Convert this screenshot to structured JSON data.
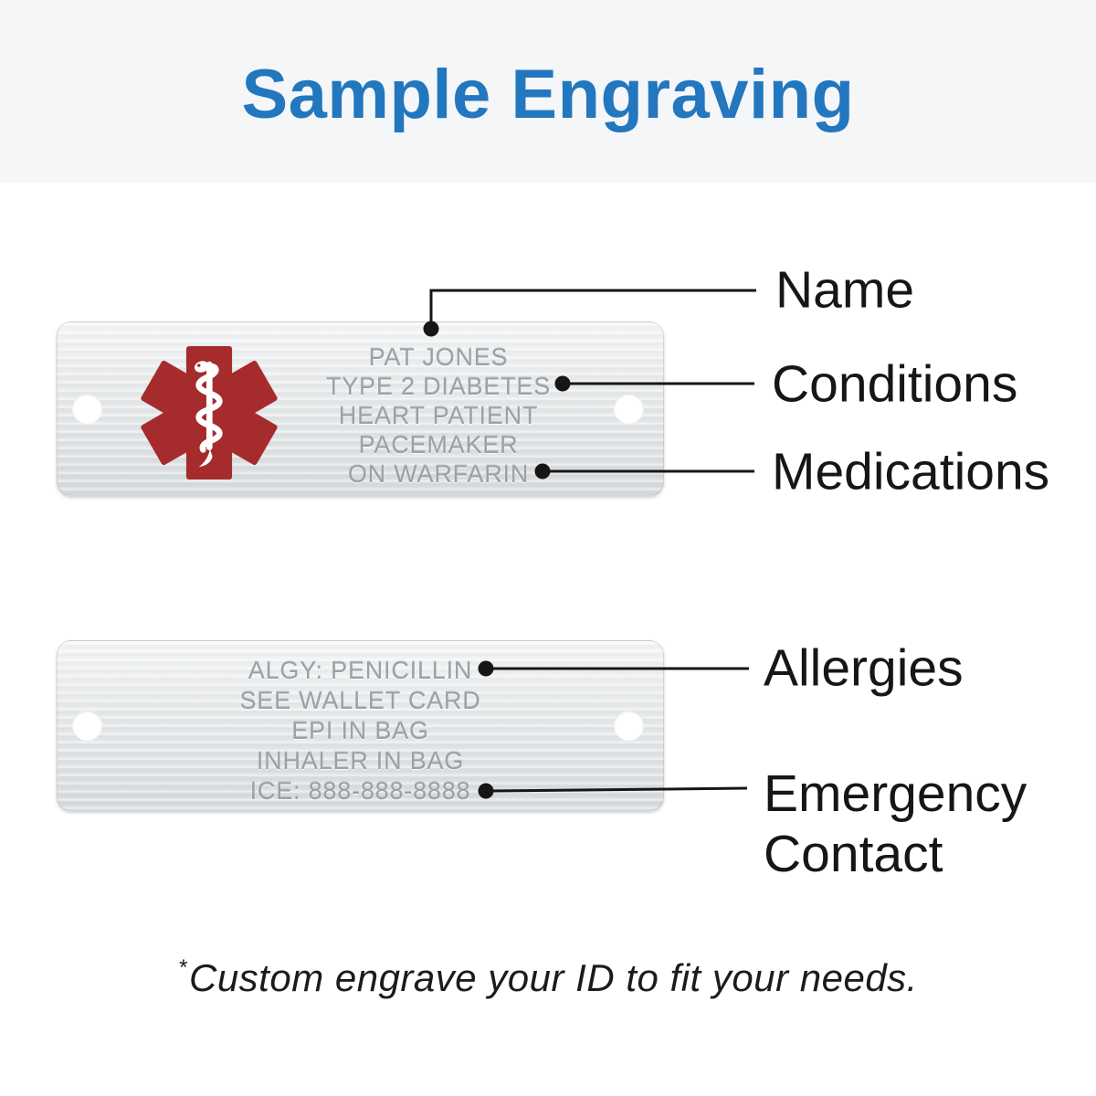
{
  "title": "Sample Engraving",
  "plates": {
    "plate1": {
      "icon": "star-of-life-icon",
      "lines": [
        "PAT JONES",
        "TYPE 2 DIABETES",
        "HEART PATIENT",
        "PACEMAKER",
        "ON WARFARIN"
      ]
    },
    "plate2": {
      "lines": [
        "ALGY: PENICILLIN",
        "SEE WALLET CARD",
        "EPI IN BAG",
        "INHALER IN BAG",
        "ICE: 888-888-8888"
      ]
    }
  },
  "callouts": {
    "name": "Name",
    "conditions": "Conditions",
    "medications": "Medications",
    "allergies": "Allergies",
    "emergency_contact": "Emergency Contact"
  },
  "footnote": {
    "mark": "*",
    "text": "Custom engrave your ID to fit your needs."
  },
  "colors": {
    "title_blue": "#2277BE",
    "star_red": "#A62B2D",
    "engraving_gray": "#9BA1A6",
    "callout_black": "#161616",
    "header_band": "#F4F6F8"
  }
}
